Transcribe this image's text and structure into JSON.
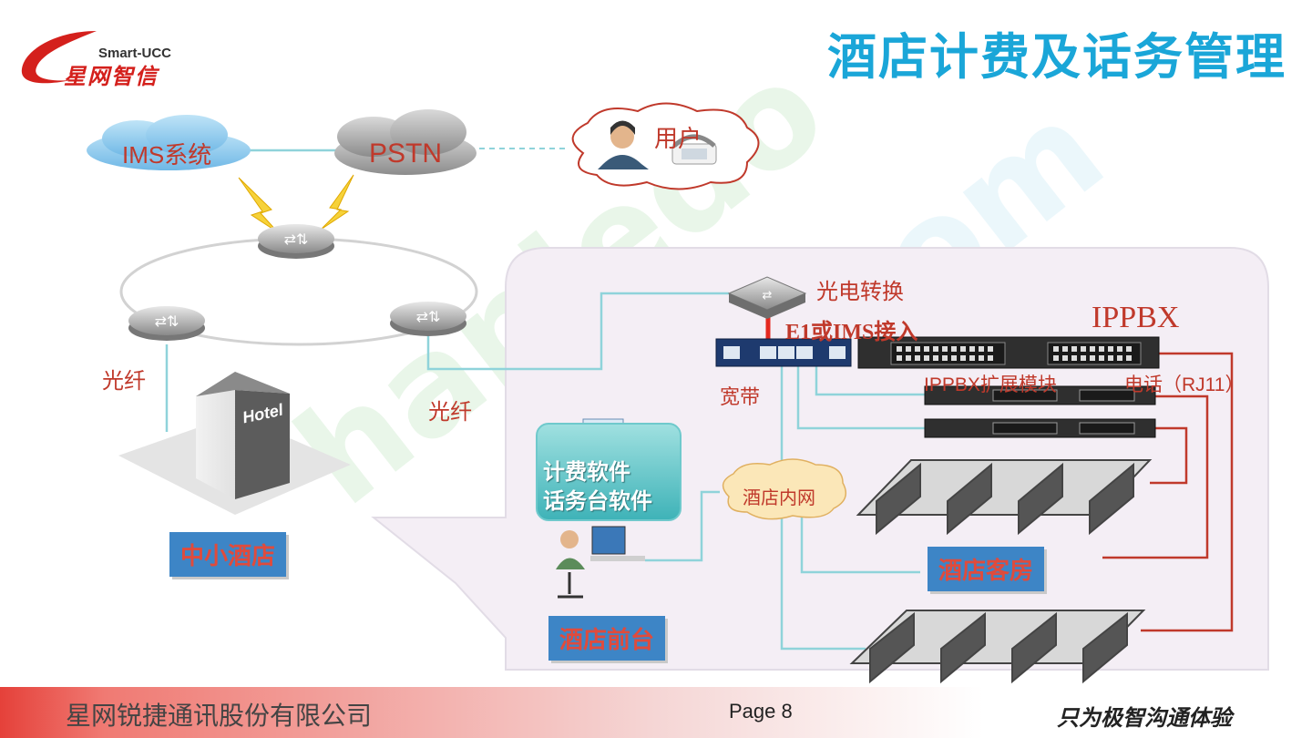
{
  "logo": {
    "brand_en": "Smart-UCC",
    "brand_cn": "星网智信"
  },
  "title": "酒店计费及话务管理",
  "clouds": {
    "ims": "IMS系统",
    "pstn": "PSTN",
    "user": "用户",
    "intranet": "酒店内网"
  },
  "labels": {
    "fiber_left": "光纤",
    "fiber_right": "光纤",
    "oe_converter": "光电转换",
    "e1_ims": "E1或IMS接入",
    "ippbx": "IPPBX",
    "broadband": "宽带",
    "ippbx_module": "IPPBX扩展模块",
    "phone_rj11": "电话（RJ11）",
    "software_line1": "计费软件",
    "software_line2": "话务台软件"
  },
  "tags": {
    "small_hotel": "中小酒店",
    "guest_rooms": "酒店客房",
    "front_desk": "酒店前台"
  },
  "hotel_sign": "Hotel",
  "footer": {
    "company": "星网锐捷通讯股份有限公司",
    "page": "Page 8",
    "slogan": "只为极智沟通体验"
  },
  "colors": {
    "title": "#1aa6d8",
    "brand_red": "#d4201c",
    "label_red": "#c0392b",
    "tag_bg": "#3d85c6",
    "link_line": "#8fd3da"
  }
}
